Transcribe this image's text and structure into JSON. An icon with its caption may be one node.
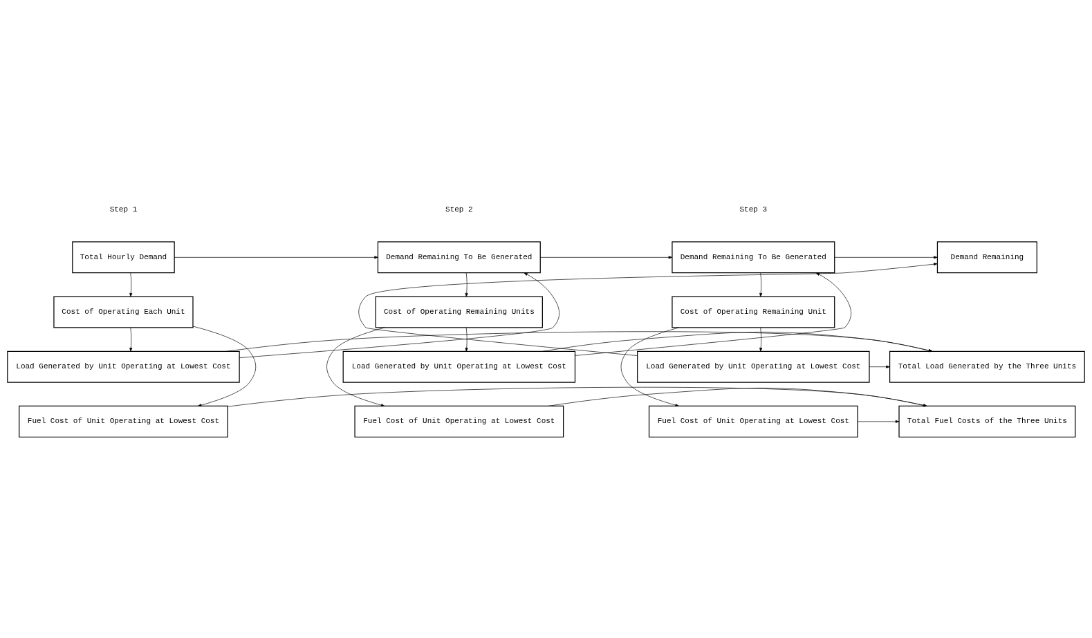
{
  "diagram": {
    "nodes": [
      {
        "text": [
          "Total Hourly Demand"
        ]
      },
      {
        "text": [
          "Demand Remaining To Be Generated"
        ]
      },
      {
        "text": [
          "Demand Remaining To Be Generated"
        ]
      },
      {
        "text": [
          "Demand Remaining"
        ]
      },
      {
        "text": [
          "Cost of Operating Each Unit"
        ]
      },
      {
        "text": [
          "Cost of Operating Remaining Units"
        ]
      },
      {
        "text": [
          "Cost of Operating Remaining Unit"
        ]
      },
      {
        "text": [
          "Load Generated by Unit Operating at Lowest Cost"
        ]
      },
      {
        "text": [
          "Load Generated by Unit Operating at Lowest Cost"
        ]
      },
      {
        "text": [
          "Load Generated by Unit Operating at Lowest Cost"
        ]
      },
      {
        "text": [
          "Total Load Generated by the Three Units"
        ]
      },
      {
        "text": [
          "Fuel Cost of Unit Operating at Lowest Cost"
        ]
      },
      {
        "text": [
          "Fuel Cost of Unit Operating at Lowest Cost"
        ]
      },
      {
        "text": [
          "Fuel Cost of Unit Operating at Lowest Cost"
        ]
      },
      {
        "text": [
          "Total Fuel Costs of the Three Units"
        ]
      }
    ],
    "edges": [
      {
        "from": 0,
        "to": 1,
        "arrow": "to"
      },
      {
        "from": 1,
        "to": 2,
        "arrow": "to"
      },
      {
        "from": 2,
        "to": 3,
        "arrow": "to"
      },
      {
        "from": 0,
        "to": 4,
        "arrow": "to"
      },
      {
        "from": 1,
        "to": 5,
        "arrow": "to"
      },
      {
        "from": 2,
        "to": 6,
        "arrow": "to"
      },
      {
        "from": 4,
        "to": 7,
        "arrow": "to"
      },
      {
        "from": 4,
        "to": 11,
        "arrow": "to"
      },
      {
        "from": 5,
        "to": 8,
        "arrow": "to"
      },
      {
        "from": 5,
        "to": 12,
        "arrow": "to"
      },
      {
        "from": 6,
        "to": 9,
        "arrow": "to"
      },
      {
        "from": 6,
        "to": 13,
        "arrow": "to"
      },
      {
        "from": 7,
        "to": 1,
        "arrow": "to"
      },
      {
        "from": 8,
        "to": 2,
        "arrow": "to"
      },
      {
        "from": 9,
        "to": 3,
        "arrow": "to"
      },
      {
        "from": 7,
        "to": 10,
        "arrow": "to"
      },
      {
        "from": 8,
        "to": 10,
        "arrow": "to"
      },
      {
        "from": 9,
        "to": 10,
        "arrow": "to"
      },
      {
        "from": 11,
        "to": 14,
        "arrow": "to"
      },
      {
        "from": 12,
        "to": 14,
        "arrow": "to"
      },
      {
        "from": 13,
        "to": 14,
        "arrow": "to"
      }
    ],
    "labels": [
      "Step 1",
      "Step 2",
      "Step 3"
    ]
  }
}
